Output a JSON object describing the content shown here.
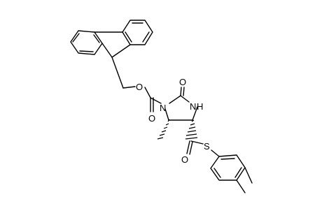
{
  "molecule": {
    "atom_labels": [
      {
        "id": "ester-ether-oxygen",
        "text": "O"
      },
      {
        "id": "carbamate-carbonyl-oxygen",
        "text": "O"
      },
      {
        "id": "ring-nitrogen-1",
        "text": "N"
      },
      {
        "id": "urea-carbonyl-oxygen",
        "text": "O"
      },
      {
        "id": "ring-nitrogen-3",
        "text": "N"
      },
      {
        "id": "ring-nh-hydrogen",
        "text": "H"
      },
      {
        "id": "thioester-sulfur",
        "text": "S"
      },
      {
        "id": "thioester-carbonyl-oxygen",
        "text": "O"
      }
    ],
    "colors": {
      "bond": "#000000",
      "label": "#000000",
      "background": "#ffffff"
    }
  }
}
